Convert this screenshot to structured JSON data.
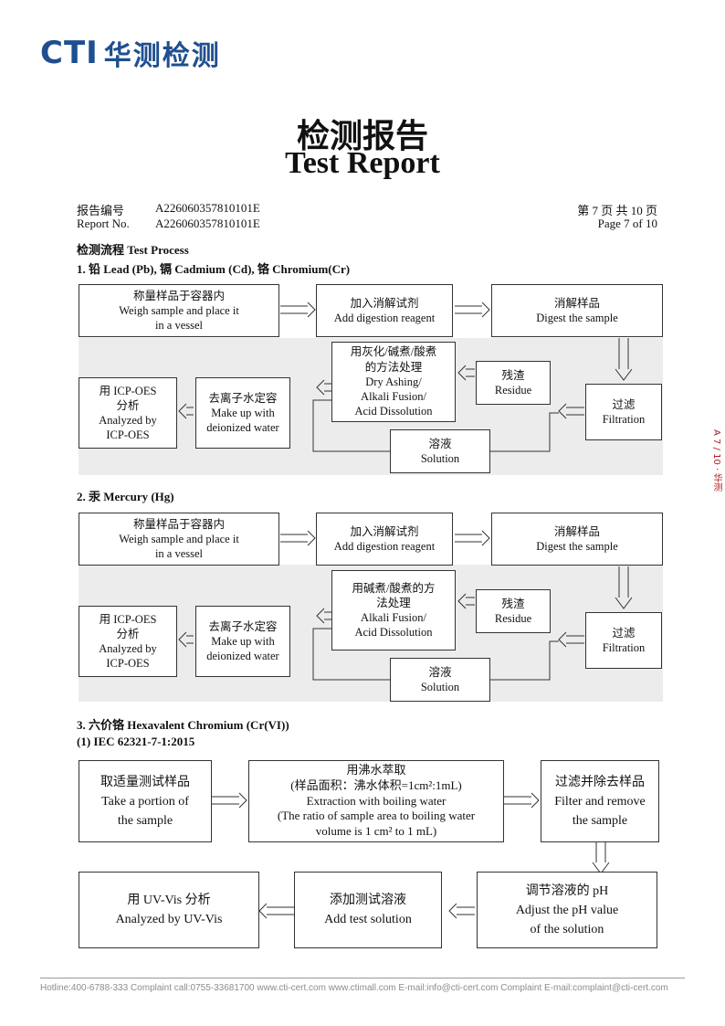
{
  "logo": {
    "brand": "CTI",
    "name_cn": "华测检测"
  },
  "title": {
    "cn": "检测报告",
    "en": "Test Report"
  },
  "meta": {
    "report_no_label_cn": "报告编号",
    "report_no_cn": "A226060357810101E",
    "report_no_label_en": "Report No.",
    "report_no_en": "A226060357810101E",
    "page_cn": "第 7 页  共 10 页",
    "page_en": "Page 7 of 10"
  },
  "process_heading": "检测流程 Test Process",
  "section1": {
    "heading": "1. 铅 Lead (Pb), 镉 Cadmium (Cd), 铬 Chromium(Cr)",
    "boxes": {
      "weigh": [
        "称量样品于容器内",
        "Weigh sample and place it",
        "in a vessel"
      ],
      "reagent": [
        "加入消解试剂",
        "Add digestion reagent"
      ],
      "digest": [
        "消解样品",
        "Digest the sample"
      ],
      "ashing": [
        "用灰化/碱煮/酸煮",
        "的方法处理",
        "Dry Ashing/",
        "Alkali Fusion/",
        "Acid Dissolution"
      ],
      "residue": [
        "残渣",
        "Residue"
      ],
      "filtration": [
        "过滤",
        "Filtration"
      ],
      "icp": [
        "用 ICP-OES",
        "分析",
        "Analyzed by",
        "ICP-OES"
      ],
      "water": [
        "去离子水定容",
        "Make up with",
        "deionized water"
      ],
      "solution": [
        "溶液",
        "Solution"
      ]
    }
  },
  "section2": {
    "heading": "2. 汞 Mercury (Hg)",
    "boxes": {
      "weigh": [
        "称量样品于容器内",
        "Weigh sample and place it",
        "in a vessel"
      ],
      "reagent": [
        "加入消解试剂",
        "Add digestion reagent"
      ],
      "digest": [
        "消解样品",
        "Digest the sample"
      ],
      "ashing": [
        "用碱煮/酸煮的方",
        "法处理",
        "Alkali Fusion/",
        "Acid Dissolution"
      ],
      "residue": [
        "残渣",
        "Residue"
      ],
      "filtration": [
        "过滤",
        "Filtration"
      ],
      "icp": [
        "用 ICP-OES",
        "分析",
        "Analyzed by",
        "ICP-OES"
      ],
      "water": [
        "去离子水定容",
        "Make up with",
        "deionized water"
      ],
      "solution": [
        "溶液",
        "Solution"
      ]
    }
  },
  "section3": {
    "heading": "3. 六价铬 Hexavalent Chromium (Cr(VI))",
    "subheading": "(1) IEC 62321-7-1:2015",
    "boxes": {
      "portion": [
        "取适量测试样品",
        "Take a portion of",
        "the sample"
      ],
      "extract": [
        "用沸水萃取",
        "(样品面积：沸水体积=1cm²:1mL)",
        "Extraction with boiling water",
        "(The ratio of sample area to boiling water",
        "volume is 1 cm² to 1 mL)"
      ],
      "filter": [
        "过滤并除去样品",
        "Filter and remove",
        "the sample"
      ],
      "uvvis": [
        "用 UV-Vis 分析",
        "Analyzed by UV-Vis"
      ],
      "testsol": [
        "添加测试溶液",
        "Add test solution"
      ],
      "ph": [
        "调节溶液的 pH",
        "Adjust the pH value",
        "of the solution"
      ]
    }
  },
  "footer": "Hotline:400-6788-333   Complaint call:0755-33681700   www.cti-cert.com   www.ctimall.com   E-mail:info@cti-cert.com   Complaint E-mail:complaint@cti-cert.com",
  "side_mark": "A 7 / 10 · 华测"
}
